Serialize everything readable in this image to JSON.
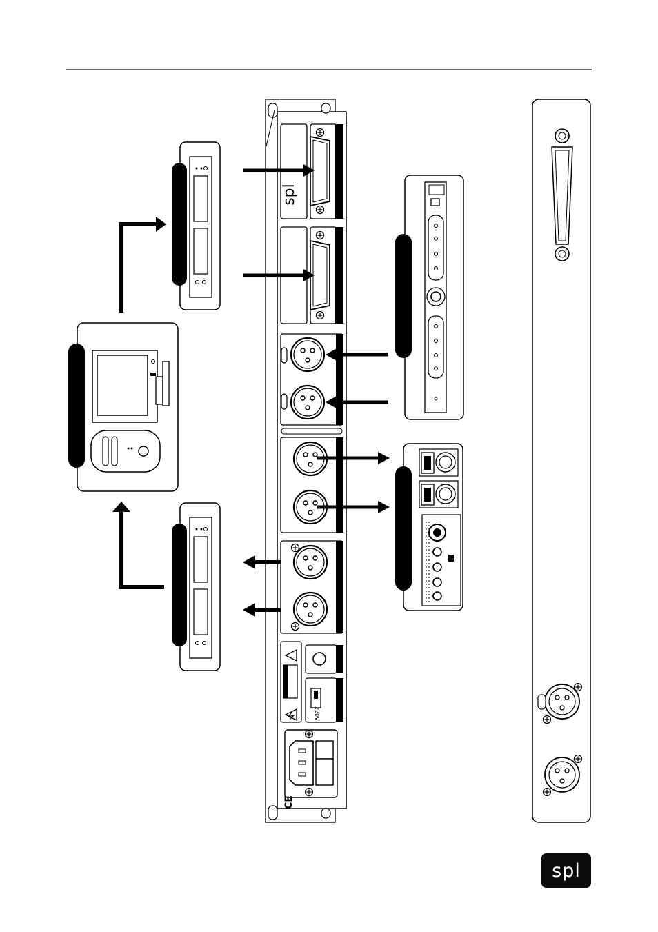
{
  "logo": {
    "brand_text": "spl"
  },
  "rear_panel": {
    "brand_text": "spl",
    "voltage_label": "220V",
    "ce_mark": "CE",
    "icons": [
      "warning-icon",
      "lightning-icon",
      "xlr-connector-icon",
      "d-sub-connector-icon",
      "iec-power-inlet-icon"
    ]
  },
  "colors": {
    "ink": "#000000",
    "paper": "#ffffff",
    "badge_bg": "#0b0b0b"
  }
}
